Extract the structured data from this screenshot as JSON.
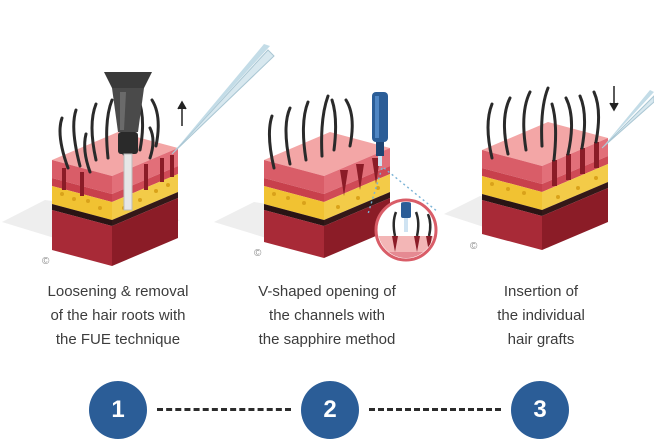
{
  "colors": {
    "accent": "#2b5d97",
    "hair": "#2a2a2a",
    "skin_top": "#f3a6a6",
    "skin_side": "#d95d68",
    "fat_layer": "#f1c232",
    "dermis": "#b72f3c",
    "muscle": "#8b1c27"
  },
  "steps": [
    {
      "number": "1",
      "caption_lines": [
        "Loosening & removal",
        "of the hair roots with",
        "the FUE technique"
      ],
      "copyright": "©",
      "tool_icon": "punch-tool-icon",
      "instrument_icon": "tweezers-icon",
      "direction_icon": "arrow-up-icon"
    },
    {
      "number": "2",
      "caption_lines": [
        "V-shaped opening of",
        "the channels with",
        "the sapphire method"
      ],
      "copyright": "©",
      "tool_icon": "sapphire-blade-icon",
      "detail_icon": "magnified-channel-icon"
    },
    {
      "number": "3",
      "caption_lines": [
        "Insertion of",
        "the individual",
        "hair grafts"
      ],
      "copyright": "©",
      "instrument_icon": "tweezers-icon",
      "direction_icon": "arrow-down-icon"
    }
  ]
}
